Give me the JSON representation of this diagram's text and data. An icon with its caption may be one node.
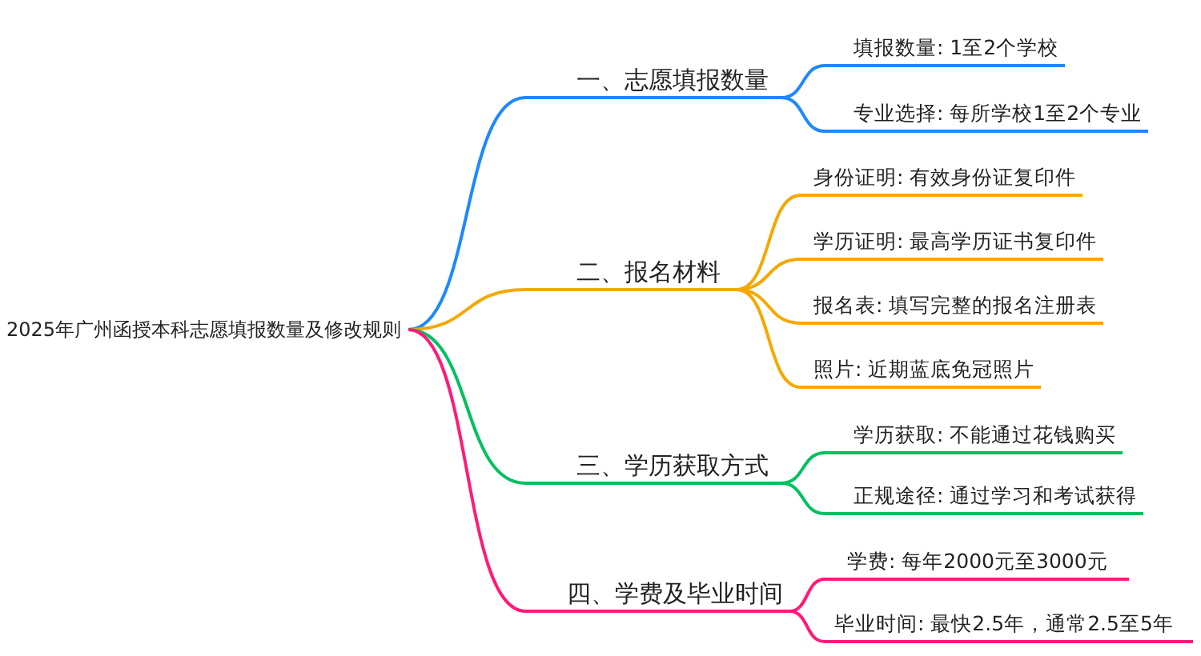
{
  "diagram": {
    "nodes": [
      {
        "text": [
          "2025年广州函授本科志愿填报数量及修改规则"
        ]
      },
      {
        "text": [
          "一、志愿填报数量"
        ]
      },
      {
        "text": [
          "填报数量: 1至2个学校"
        ]
      },
      {
        "text": [
          "专业选择: 每所学校1至2个专业"
        ]
      },
      {
        "text": [
          "二、报名材料"
        ]
      },
      {
        "text": [
          "身份证明: 有效身份证复印件"
        ]
      },
      {
        "text": [
          "学历证明: 最高学历证书复印件"
        ]
      },
      {
        "text": [
          "报名表: 填写完整的报名注册表"
        ]
      },
      {
        "text": [
          "照片: 近期蓝底免冠照片"
        ]
      },
      {
        "text": [
          "三、学历获取方式"
        ]
      },
      {
        "text": [
          "学历获取: 不能通过花钱购买"
        ]
      },
      {
        "text": [
          "正规途径: 通过学习和考试获得"
        ]
      },
      {
        "text": [
          "四、学费及毕业时间"
        ]
      },
      {
        "text": [
          "学费: 每年2000元至3000元"
        ]
      },
      {
        "text": [
          "毕业时间: 最快2.5年，通常2.5至5年"
        ]
      }
    ],
    "edges": [
      {
        "from": 0,
        "to": 1,
        "arrow": "none",
        "color": "#1e88ff"
      },
      {
        "from": 1,
        "to": 2,
        "arrow": "none",
        "color": "#1e88ff"
      },
      {
        "from": 1,
        "to": 3,
        "arrow": "none",
        "color": "#1e88ff"
      },
      {
        "from": 0,
        "to": 4,
        "arrow": "none",
        "color": "#f5a800"
      },
      {
        "from": 4,
        "to": 5,
        "arrow": "none",
        "color": "#f5a800"
      },
      {
        "from": 4,
        "to": 6,
        "arrow": "none",
        "color": "#f5a800"
      },
      {
        "from": 4,
        "to": 7,
        "arrow": "none",
        "color": "#f5a800"
      },
      {
        "from": 4,
        "to": 8,
        "arrow": "none",
        "color": "#f5a800"
      },
      {
        "from": 0,
        "to": 9,
        "arrow": "none",
        "color": "#00c060"
      },
      {
        "from": 9,
        "to": 10,
        "arrow": "none",
        "color": "#00c060"
      },
      {
        "from": 9,
        "to": 11,
        "arrow": "none",
        "color": "#00c060"
      },
      {
        "from": 0,
        "to": 12,
        "arrow": "none",
        "color": "#ff1a7a"
      },
      {
        "from": 12,
        "to": 13,
        "arrow": "none",
        "color": "#ff1a7a"
      },
      {
        "from": 12,
        "to": 14,
        "arrow": "none",
        "color": "#ff1a7a"
      }
    ]
  }
}
